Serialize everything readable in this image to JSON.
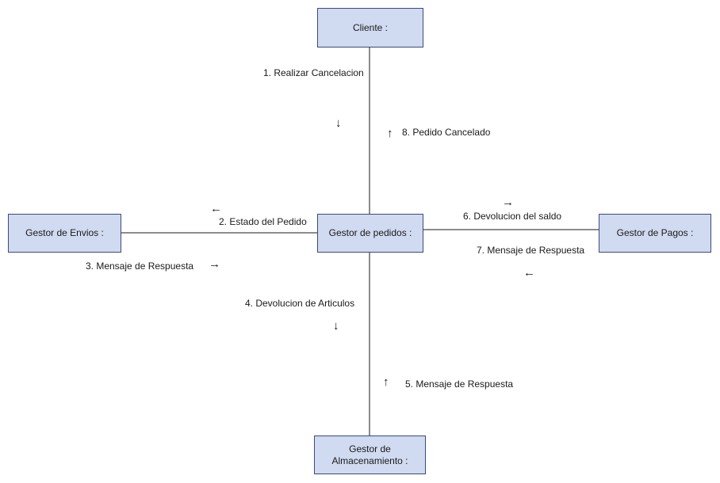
{
  "objects": {
    "cliente": "Cliente :",
    "gestor_pedidos": "Gestor de pedidos :",
    "gestor_envios": "Gestor de Envios  :",
    "gestor_pagos": "Gestor de Pagos :",
    "gestor_almacenamiento": "Gestor de\nAlmacenamiento  :"
  },
  "messages": {
    "m1": "1. Realizar Cancelacion",
    "m2": "2. Estado del Pedido",
    "m3": "3. Mensaje de Respuesta",
    "m4": "4. Devolucion de Articulos",
    "m5": "5. Mensaje de Respuesta",
    "m6": "6. Devolucion del saldo",
    "m7": "7. Mensaje de Respuesta",
    "m8": "8. Pedido Cancelado"
  },
  "arrows": {
    "down": "↓",
    "up": "↑",
    "left": "←",
    "right": "→"
  }
}
